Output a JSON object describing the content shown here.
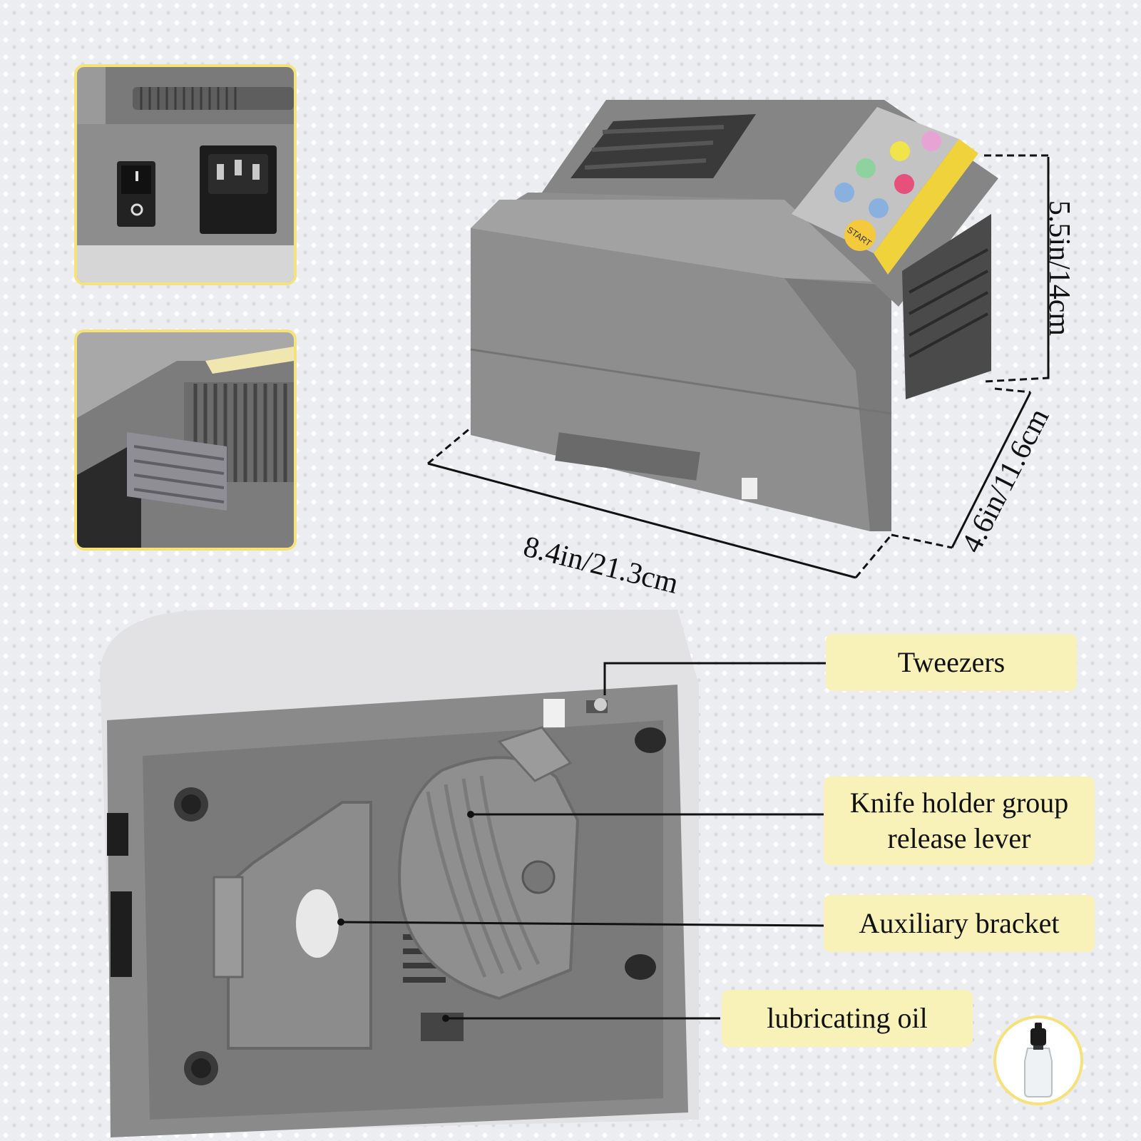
{
  "dimensions": {
    "height": "5.5in/14cm",
    "width": "8.4in/21.3cm",
    "depth": "4.6in/11.6cm"
  },
  "panel": {
    "start_label": "START"
  },
  "labels": {
    "tweezers": "Tweezers",
    "knife_line1": "Knife holder group",
    "knife_line2": "release lever",
    "auxiliary": "Auxiliary bracket",
    "oil": "lubricating oil"
  },
  "colors": {
    "accent_yellow": "#f6e27a",
    "label_fill": "#f8f2b8",
    "device_gray": "#8e8e8e"
  }
}
